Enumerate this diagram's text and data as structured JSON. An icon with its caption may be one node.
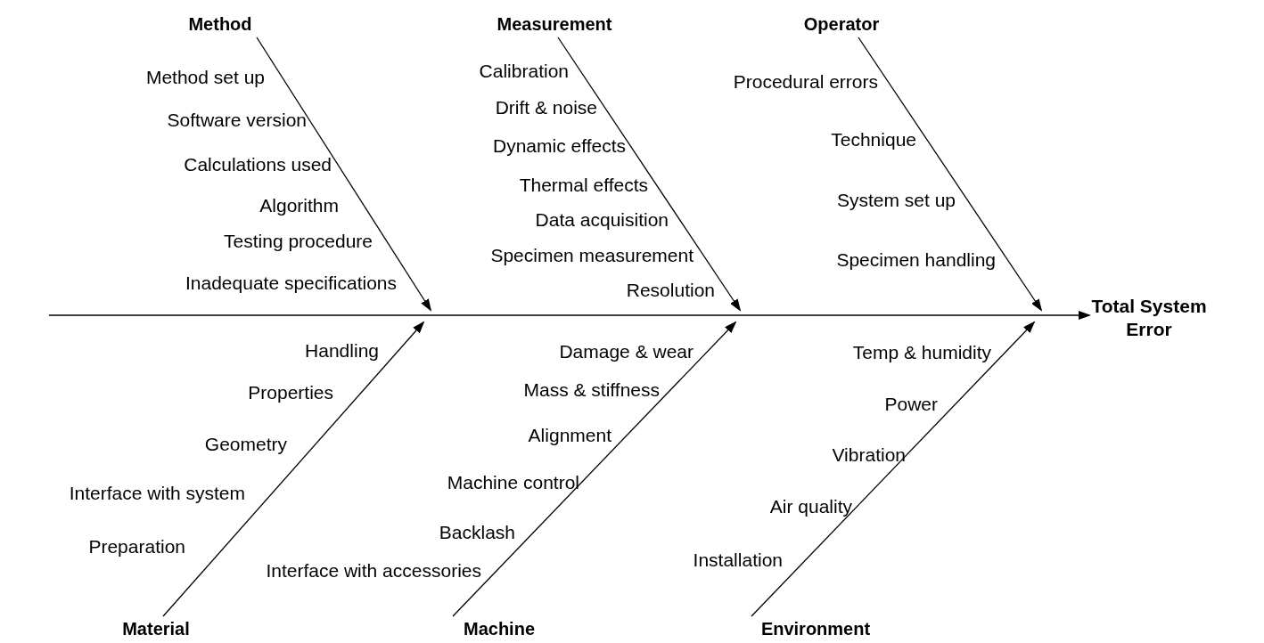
{
  "diagram": {
    "nodes": [
      {
        "text": [
          "Method"
        ]
      },
      {
        "text": [
          "Measurement"
        ]
      },
      {
        "text": [
          "Operator"
        ]
      },
      {
        "text": [
          "Material"
        ]
      },
      {
        "text": [
          "Machine"
        ]
      },
      {
        "text": [
          "Environment"
        ]
      },
      {
        "text": [
          "Total System Error"
        ]
      }
    ],
    "edges": [
      {
        "from": 0,
        "to": null,
        "arrow": "to"
      },
      {
        "from": 1,
        "to": null,
        "arrow": "to"
      },
      {
        "from": 2,
        "to": null,
        "arrow": "to"
      },
      {
        "from": 3,
        "to": null,
        "arrow": "to"
      },
      {
        "from": 4,
        "to": null,
        "arrow": "to"
      },
      {
        "from": 5,
        "to": null,
        "arrow": "to"
      },
      {
        "from": null,
        "to": 6,
        "arrow": "to"
      }
    ],
    "labels": [
      "Method set up",
      "Software version",
      "Calculations used",
      "Algorithm",
      "Testing procedure",
      "Inadequate specifications",
      "Calibration",
      "Drift & noise",
      "Dynamic effects",
      "Thermal effects",
      "Data acquisition",
      "Specimen measurement",
      "Resolution",
      "Procedural errors",
      "Technique",
      "System set up",
      "Specimen handling",
      "Handling",
      "Properties",
      "Geometry",
      "Interface with system",
      "Preparation",
      "Damage & wear",
      "Mass & stiffness",
      "Alignment",
      "Machine control",
      "Backlash",
      "Interface with accessories",
      "Temp & humidity",
      "Power",
      "Vibration",
      "Air quality",
      "Installation"
    ]
  }
}
